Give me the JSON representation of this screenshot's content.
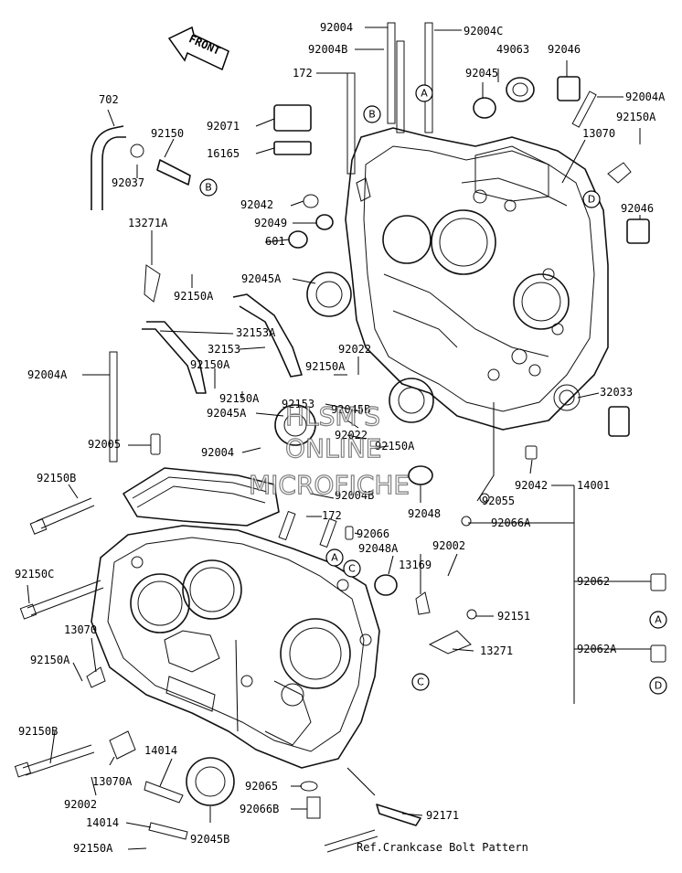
{
  "diagram": {
    "labels": {
      "l92004": "92004",
      "l92004C": "92004C",
      "l92004B_top": "92004B",
      "l49063": "49063",
      "l92046_top": "92046",
      "l172_top": "172",
      "l92045_top": "92045",
      "l92004A_right": "92004A",
      "l702": "702",
      "l92071": "92071",
      "l92150A_right": "92150A",
      "l92150": "92150",
      "l16165": "16165",
      "l13070_right": "13070",
      "l92037": "92037",
      "l92042_a": "92042",
      "l92049": "92049",
      "l92046_right": "92046",
      "l601": "601",
      "l13271A": "13271A",
      "l92150A_1": "92150A",
      "l92045A_a": "92045A",
      "l32153A": "32153A",
      "l32153": "32153",
      "l92022_a": "92022",
      "l92150A_2": "92150A",
      "l92150A_3": "92150A",
      "l92004A_left": "92004A",
      "l32033": "32033",
      "l92153": "92153",
      "l92150A_4": "92150A",
      "l92045A_b": "92045A",
      "l92045B_a": "92045B",
      "l92004_mid": "92004",
      "l92022_b": "92022",
      "l92150A_5": "92150A",
      "l92005": "92005",
      "l92042_b": "92042",
      "l14001": "14001",
      "l92150B_top": "92150B",
      "l92004B_mid": "92004B",
      "l92048": "92048",
      "l92055": "92055",
      "l172_mid": "172",
      "l92066A": "92066A",
      "l92066": "92066",
      "l92048A": "92048A",
      "l92002_right": "92002",
      "l13169": "13169",
      "l92150C": "92150C",
      "l92062": "92062",
      "l92151": "92151",
      "l13070_left": "13070",
      "l13271": "13271",
      "l92062A": "92062A",
      "l92150A_6": "92150A",
      "l92150B_bottom": "92150B",
      "l14014_a": "14014",
      "l13070A": "13070A",
      "l92002_left": "92002",
      "l92065": "92065",
      "l92066B": "92066B",
      "l92171": "92171",
      "l14014_b": "14014",
      "l92045B_b": "92045B",
      "l92150A_7": "92150A",
      "ref_note": "Ref.Crankcase Bolt Pattern"
    },
    "callouts": {
      "A": "A",
      "B": "B",
      "C": "C",
      "D": "D"
    },
    "front_arrow": "FRONT",
    "watermark": [
      "HLSM'S",
      "ONLINE",
      "MICROFICHE"
    ]
  }
}
